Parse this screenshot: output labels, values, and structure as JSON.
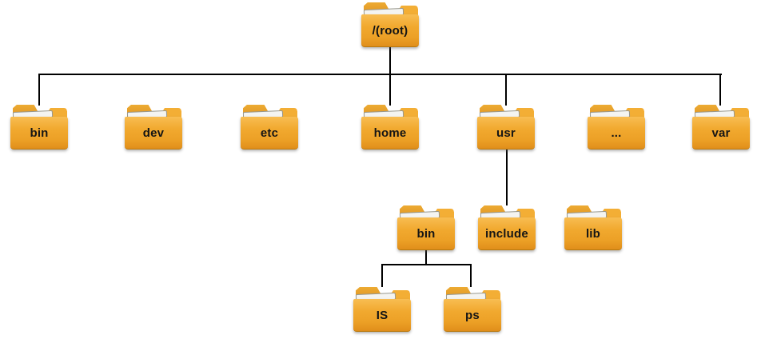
{
  "diagram": {
    "kind": "folder-tree",
    "colors": {
      "background": "#FFFFFF",
      "folder_body": "#F0A62C",
      "folder_tab": "#E39A26",
      "folder_paper": "#F4F4F1",
      "connector_line": "#000000",
      "label_text": "#151515"
    },
    "nodes": {
      "root": {
        "label": "/(root)"
      },
      "level1": [
        {
          "label": "bin"
        },
        {
          "label": "dev"
        },
        {
          "label": "etc"
        },
        {
          "label": "home"
        },
        {
          "label": "usr"
        },
        {
          "label": "..."
        },
        {
          "label": "var"
        }
      ],
      "level2": [
        {
          "label": "bin"
        },
        {
          "label": "include"
        },
        {
          "label": "lib"
        }
      ],
      "level3": [
        {
          "label": "IS"
        },
        {
          "label": "ps"
        }
      ]
    }
  }
}
